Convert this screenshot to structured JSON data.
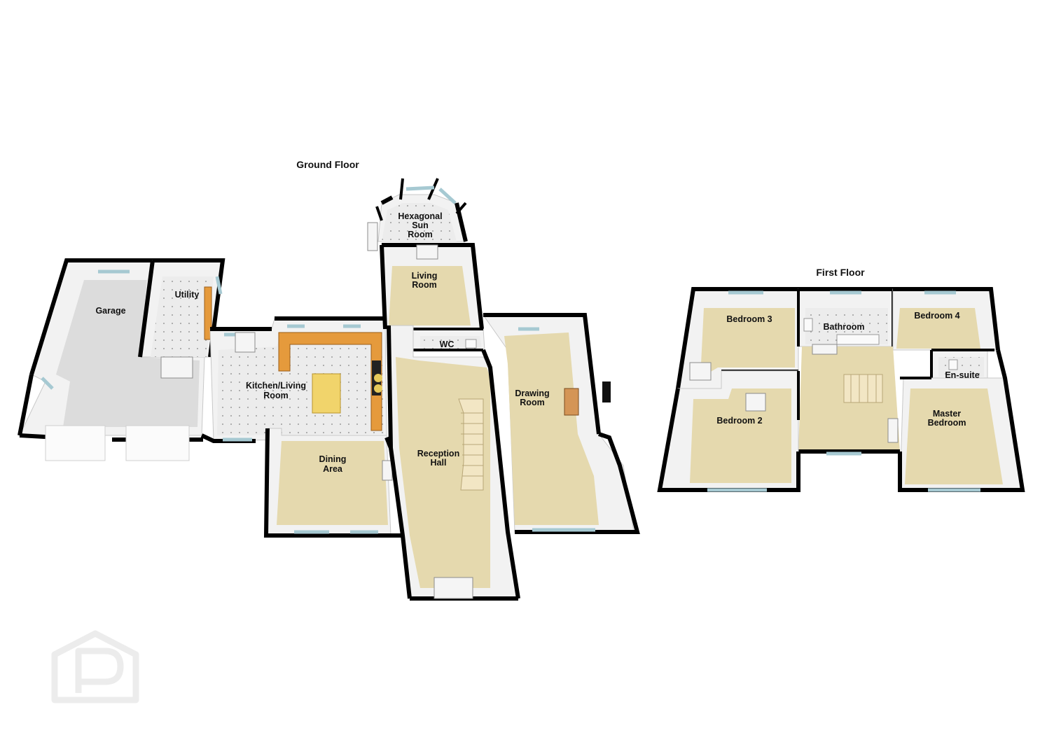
{
  "ground_floor": {
    "title": "Ground Floor",
    "rooms": {
      "garage": "Garage",
      "utility": "Utility",
      "kitchen_line1": "Kitchen/Living",
      "kitchen_line2": "Room",
      "dining_line1": "Dining",
      "dining_line2": "Area",
      "sunroom_line1": "Hexagonal",
      "sunroom_line2": "Sun",
      "sunroom_line3": "Room",
      "living_line1": "Living",
      "living_line2": "Room",
      "wc": "WC",
      "reception_line1": "Reception",
      "reception_line2": "Hall",
      "drawing_line1": "Drawing",
      "drawing_line2": "Room"
    }
  },
  "first_floor": {
    "title": "First Floor",
    "rooms": {
      "bedroom3": "Bedroom 3",
      "bathroom": "Bathroom",
      "bedroom4": "Bedroom 4",
      "ensuite": "En-suite",
      "bedroom2": "Bedroom 2",
      "master_line1": "Master",
      "master_line2": "Bedroom"
    }
  },
  "watermark": {
    "icon": "property-logo-icon"
  },
  "colors": {
    "wall": "#000000",
    "carpet": "#e5d9ae",
    "tile": "#ececec",
    "counter": "#e59a3c",
    "island": "#f1d46b",
    "window": "#a6c9d2"
  }
}
